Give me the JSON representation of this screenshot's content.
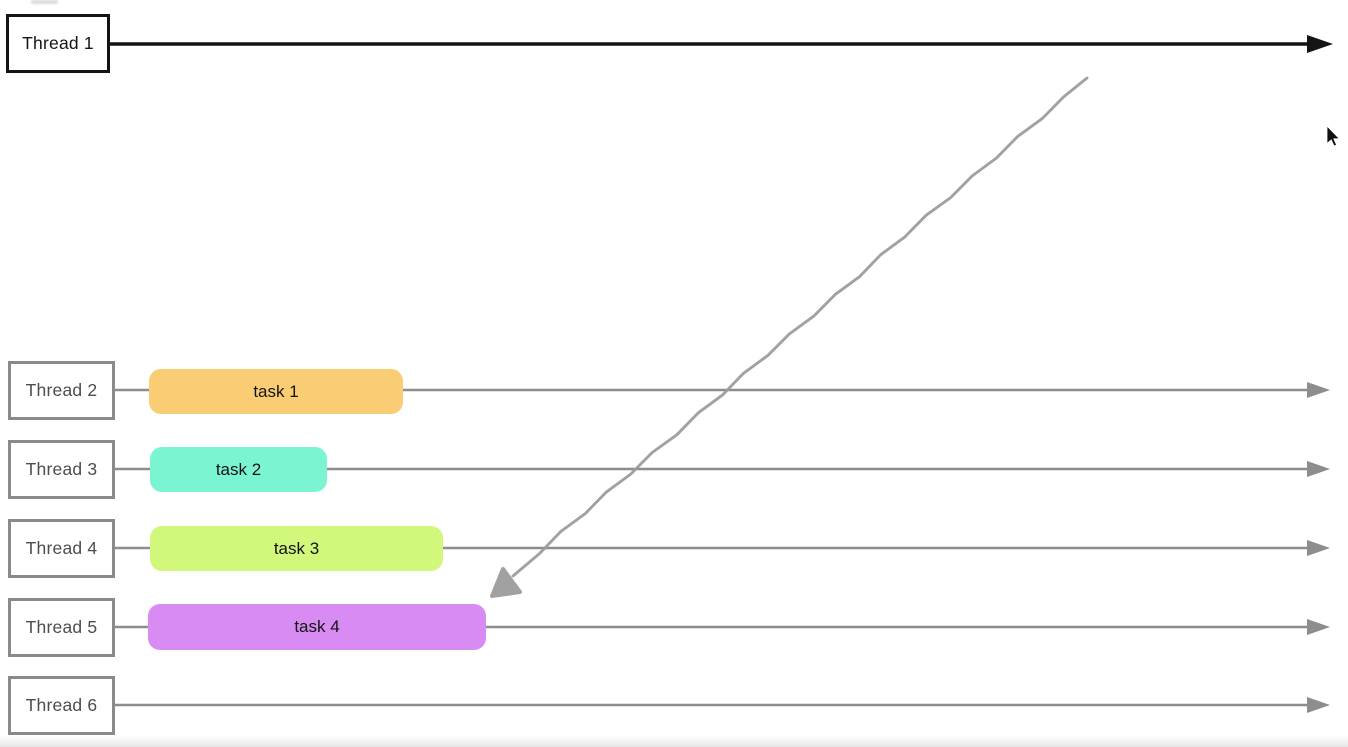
{
  "diagram": {
    "title_hint": "thread timeline diagram",
    "threads": [
      {
        "label": "Thread 1",
        "line_color": "#141414"
      },
      {
        "label": "Thread 2",
        "line_color": "#8d8d8d"
      },
      {
        "label": "Thread 3",
        "line_color": "#8d8d8d"
      },
      {
        "label": "Thread 4",
        "line_color": "#8d8d8d"
      },
      {
        "label": "Thread 5",
        "line_color": "#8d8d8d"
      },
      {
        "label": "Thread 6",
        "line_color": "#8d8d8d"
      }
    ],
    "tasks": [
      {
        "label": "task 1",
        "thread": "Thread 2",
        "color": "#FACD74"
      },
      {
        "label": "task 2",
        "thread": "Thread 3",
        "color": "#7BF5D1"
      },
      {
        "label": "task 3",
        "thread": "Thread 4",
        "color": "#D1F77B"
      },
      {
        "label": "task 4",
        "thread": "Thread 5",
        "color": "#D78BF3"
      }
    ],
    "annotation_arrow": {
      "style": "hand-drawn",
      "color": "#9c9c9c",
      "points_to": "start of task 4"
    }
  }
}
